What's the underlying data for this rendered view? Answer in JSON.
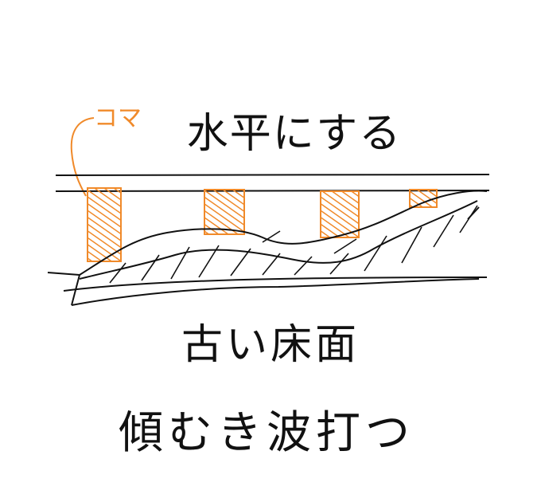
{
  "labels": {
    "shim_label": "コマ",
    "heading": "水平にする",
    "floor_label": "古い床面",
    "subtitle": "傾むき波打つ"
  },
  "colors": {
    "ink": "#111111",
    "accent": "#f08a2a",
    "background": "#ffffff"
  },
  "shims": [
    {
      "id": "shim-1"
    },
    {
      "id": "shim-2"
    },
    {
      "id": "shim-3"
    },
    {
      "id": "shim-4"
    }
  ]
}
